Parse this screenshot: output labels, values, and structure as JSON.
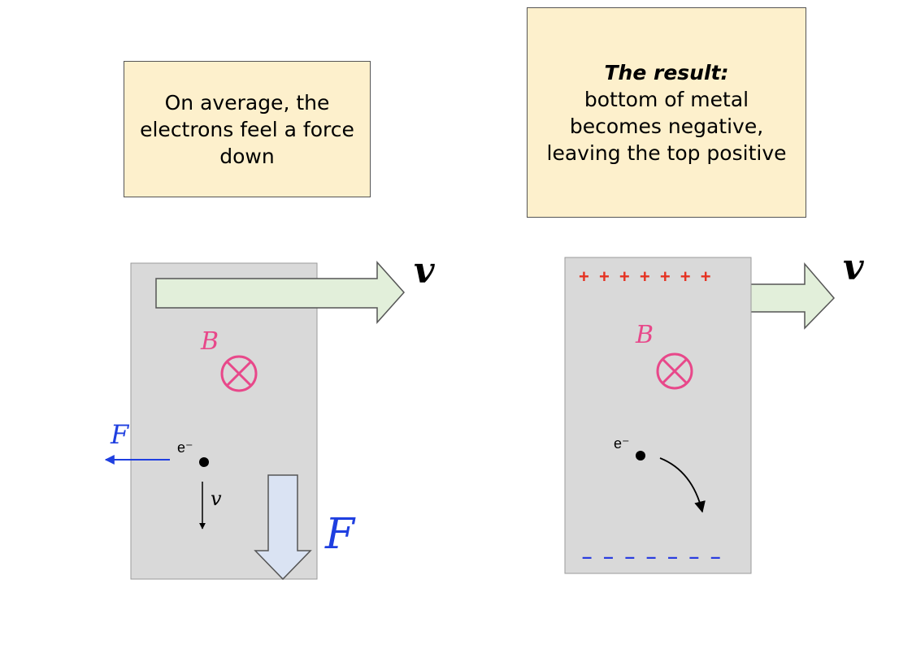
{
  "left_note": {
    "text": "On average, the electrons feel a force down"
  },
  "right_note": {
    "title": "The result:",
    "text": "bottom of metal becomes negative, leaving the top positive"
  },
  "left_panel": {
    "velocity_label": "v",
    "field_label": "B",
    "electron_label": "e⁻",
    "electron_force_label": "F",
    "electron_velocity_label": "v",
    "net_force_label": "F"
  },
  "right_panel": {
    "velocity_label": "v",
    "field_label": "B",
    "electron_label": "e⁻",
    "top_charges": "+ + + + + + +",
    "bottom_charges": "– – – – – – –"
  },
  "colors": {
    "plate": "#d9d9d9",
    "velocity_arrow": "#e2efda",
    "force_arrow": "#dae3f3",
    "field": "#e8488a",
    "force_label": "#1f3fe0",
    "positive": "#e53222",
    "negative": "#2a3de0",
    "note_bg": "#fdf0cc"
  }
}
